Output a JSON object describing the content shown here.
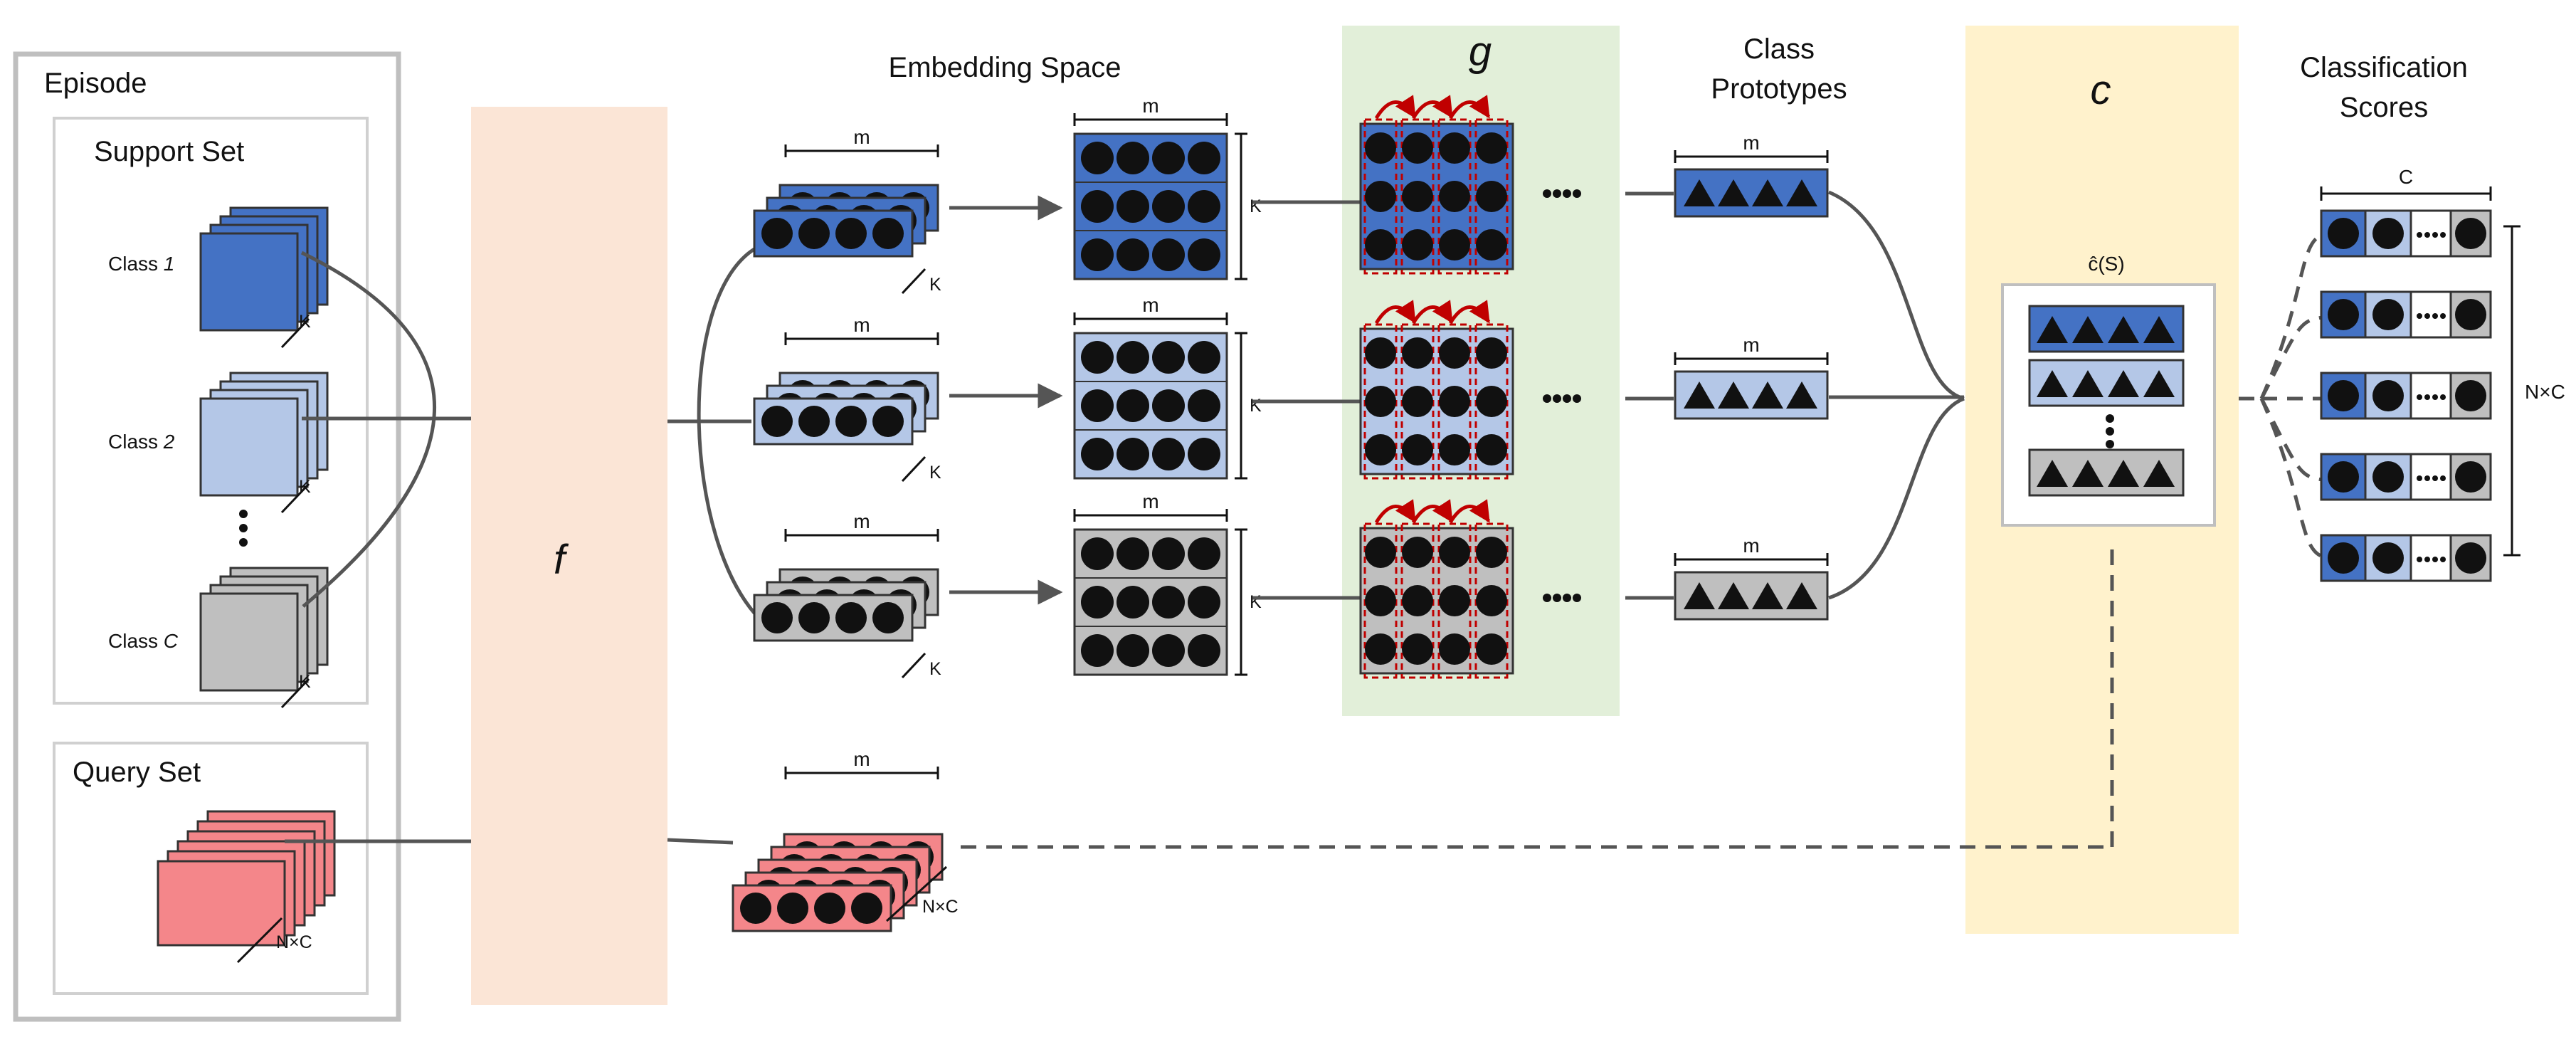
{
  "episode": {
    "title": "Episode",
    "support_set": {
      "title": "Support Set",
      "classes": [
        {
          "prefix": "Class ",
          "index": "1",
          "dim": "K"
        },
        {
          "prefix": "Class ",
          "index": "2",
          "dim": "K"
        },
        {
          "prefix": "Class ",
          "index": "C",
          "dim": "K"
        }
      ]
    },
    "query_set": {
      "title": "Query Set",
      "dim": "N×C"
    }
  },
  "functions": {
    "encoder": "f",
    "relation": "g",
    "prototype": "c"
  },
  "embedding": {
    "title": "Embedding Space",
    "width_label": "m",
    "depth_label": "K",
    "query_depth_label": "N×C"
  },
  "prototypes": {
    "title_line1": "Class",
    "title_line2": "Prototypes",
    "width_label": "m"
  },
  "c_hat": {
    "label": "ĉ(S)"
  },
  "scores": {
    "title_line1": "Classification",
    "title_line2": "Scores",
    "width_label": "C",
    "height_label": "N×C"
  },
  "colors": {
    "class1": "#4472c4",
    "class2": "#b4c7e7",
    "classC": "#bfbfbf",
    "query": "#f4868a",
    "f_panel": "#fbe5d6",
    "g_panel": "#e2efd9",
    "c_panel": "#fff2cc",
    "arrow_red": "#c00000"
  }
}
